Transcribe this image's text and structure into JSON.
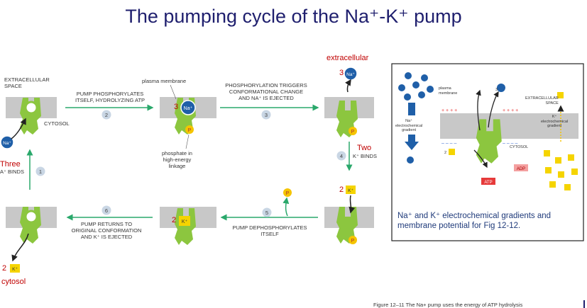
{
  "title": "The pumping cycle of the Na⁺-K⁺ pump",
  "labels": {
    "extracellular_space": "EXTRACELLULAR\nSPACE",
    "cytosol": "CYTOSOL",
    "plasma_membrane": "plasma membrane",
    "extracellular_red": "extracellular",
    "cytosol_red": "cytosol",
    "three": "Three",
    "na_binds": "a⁺ BINDS",
    "two": "Two",
    "k_binds": "K⁺ BINDS",
    "phosphate_linkage": "phosphate in\nhigh-energy\nlinkage"
  },
  "steps": [
    {
      "num": "1"
    },
    {
      "num": "2",
      "text": "PUMP PHOSPHORYLATES\nITSELF, HYDROLYZING ATP"
    },
    {
      "num": "3",
      "text": "PHOSPHORYLATION TRIGGERS\nCONFORMATIONAL CHANGE\nAND Na⁺ IS EJECTED"
    },
    {
      "num": "4"
    },
    {
      "num": "5",
      "text": "PUMP DEPHOSPHORYLATES\nITSELF"
    },
    {
      "num": "6",
      "text": "PUMP RETURNS TO\nORIGINAL CONFORMATION\nAND K⁺ IS EJECTED"
    }
  ],
  "ions": {
    "na": "Na⁺",
    "k": "K⁺",
    "p": "P",
    "count3": "3",
    "count2": "2",
    "na_left": "Na⁺"
  },
  "inset": {
    "plasma_membrane": "plasma\nmembrane",
    "extracellular_space": "EXTRACELLULAR\nSPACE",
    "cytosol": "CYTOSOL",
    "na_gradient": "Na⁺\nelectrochemical\ngradient",
    "k_gradient": "K⁺\nelectrochemical\ngradient",
    "atp": "ATP",
    "adp": "ADP",
    "plus": "+ + + +",
    "minus": "– – – –",
    "three_na": "3",
    "two_k": "2"
  },
  "inset_caption": "Na⁺ and K⁺ electrochemical gradients and membrane potential for Fig 12-12.",
  "footer": "Figure 12–11 The Na+ pump uses the energy of ATP hydrolysis",
  "colors": {
    "title": "#1f1f6e",
    "pump": "#8cc63f",
    "membrane": "#c8c8c8",
    "na": "#1f5fa8",
    "k": "#f5d400",
    "arrow": "#2aa86b",
    "red": "#c00000"
  }
}
